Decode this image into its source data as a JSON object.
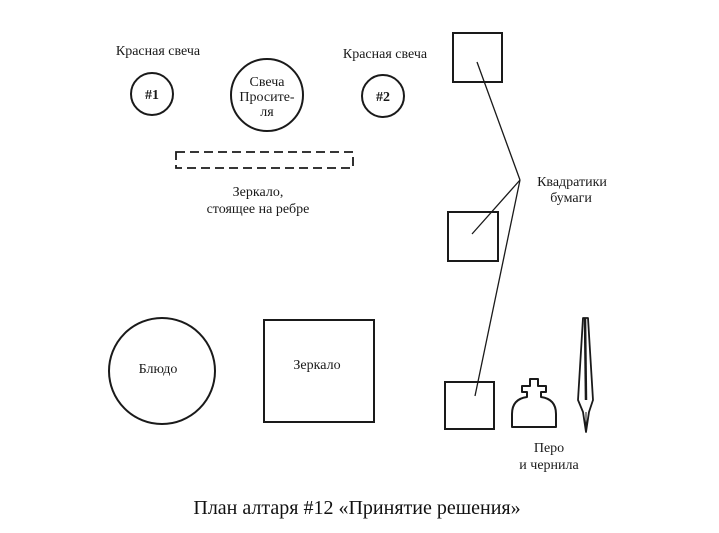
{
  "diagram": {
    "candle1": {
      "label": "Красная свеча",
      "mark": "#1"
    },
    "candle2": {
      "label": "Красная свеча",
      "mark": "#2"
    },
    "petitioner_candle": {
      "line1": "Свеча",
      "line2": "Просите-",
      "line3": "ля"
    },
    "mirror_edge": {
      "line1": "Зеркало,",
      "line2": "стоящее на ребре"
    },
    "paper_squares": {
      "line1": "Квадратики",
      "line2": "бумаги"
    },
    "dish": {
      "label": "Блюдо"
    },
    "mirror": {
      "label": "Зеркало"
    },
    "pen_ink": {
      "line1": "Перо",
      "line2": "и чернила"
    },
    "caption": "План алтаря #12 «Принятие решения»"
  },
  "colors": {
    "ink": "#1a1a1a",
    "background": "#ffffff"
  },
  "icons": [
    "ink-bottle-icon",
    "pen-nib-icon"
  ]
}
